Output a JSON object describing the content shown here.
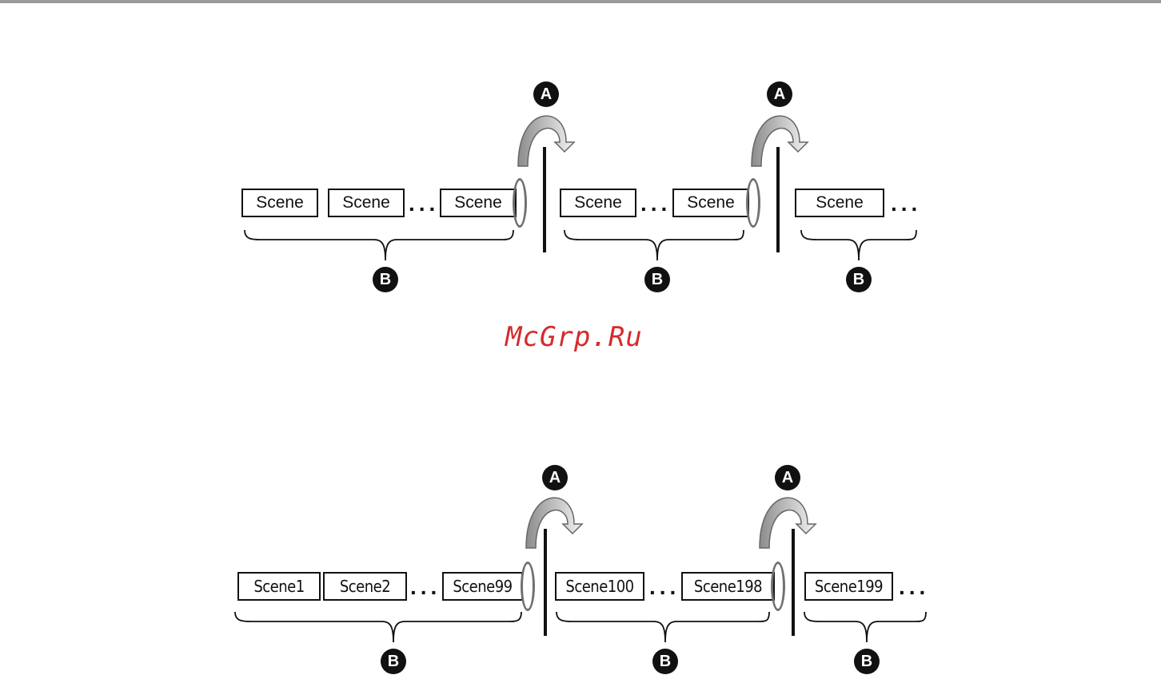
{
  "watermark": "McGrp.Ru",
  "diagrams": [
    {
      "id": "top",
      "scenes": [
        "Scene",
        "Scene",
        "Scene",
        "Scene",
        "Scene",
        "Scene"
      ],
      "ellipsis": "...",
      "badge_a": "A",
      "badge_b": "B"
    },
    {
      "id": "bottom",
      "scenes": [
        "Scene1",
        "Scene2",
        "Scene99",
        "Scene100",
        "Scene198",
        "Scene199"
      ],
      "ellipsis": "...",
      "badge_a": "A",
      "badge_b": "B"
    }
  ]
}
